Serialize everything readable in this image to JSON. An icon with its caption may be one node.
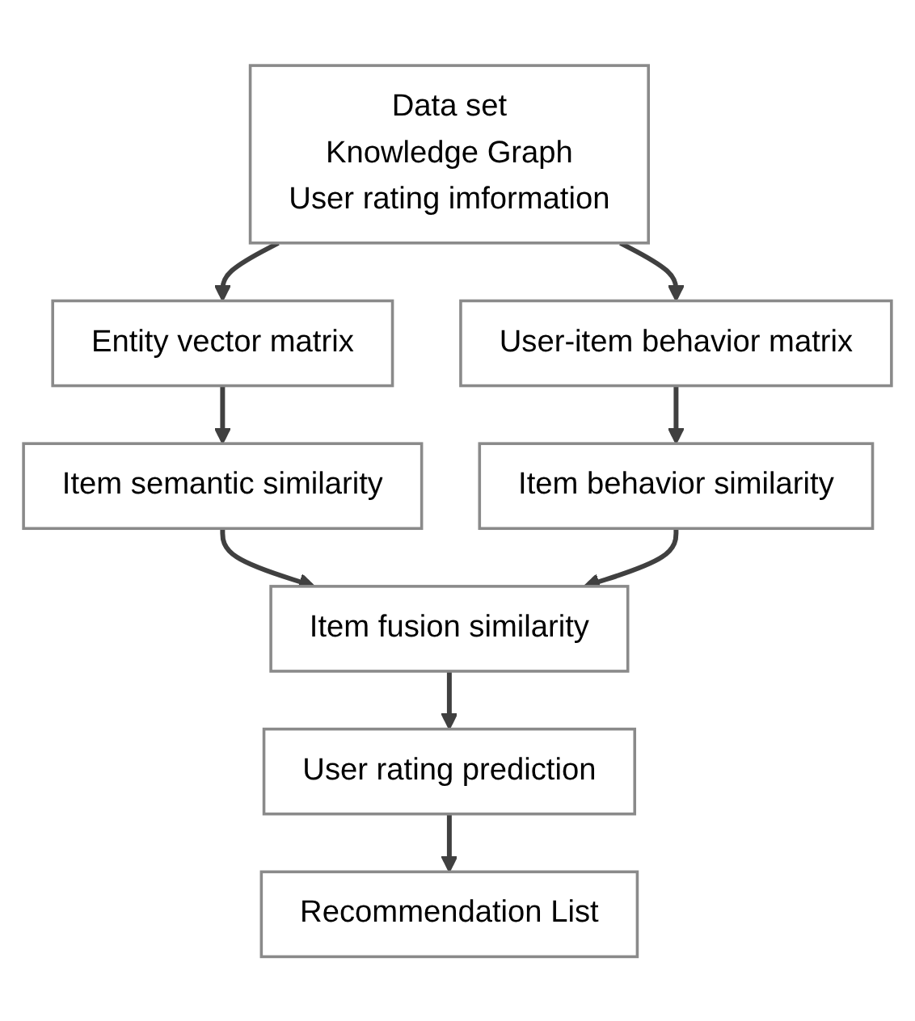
{
  "diagram": {
    "nodes": [
      {
        "text": [
          "Data set",
          "Knowledge  Graph",
          "User rating imformation"
        ]
      },
      {
        "text": [
          "Entity vector matrix"
        ]
      },
      {
        "text": [
          "User-item behavior matrix"
        ]
      },
      {
        "text": [
          "Item semantic similarity"
        ]
      },
      {
        "text": [
          "Item behavior similarity"
        ]
      },
      {
        "text": [
          "Item fusion similarity"
        ]
      },
      {
        "text": [
          "User rating prediction"
        ]
      },
      {
        "text": [
          "Recommendation List"
        ]
      }
    ],
    "edges": [
      {
        "from": 0,
        "to": 1,
        "arrow": "to"
      },
      {
        "from": 0,
        "to": 2,
        "arrow": "to"
      },
      {
        "from": 1,
        "to": 3,
        "arrow": "to"
      },
      {
        "from": 2,
        "to": 4,
        "arrow": "to"
      },
      {
        "from": 3,
        "to": 5,
        "arrow": "to"
      },
      {
        "from": 4,
        "to": 5,
        "arrow": "to"
      },
      {
        "from": 5,
        "to": 6,
        "arrow": "to"
      },
      {
        "from": 6,
        "to": 7,
        "arrow": "to"
      }
    ]
  }
}
